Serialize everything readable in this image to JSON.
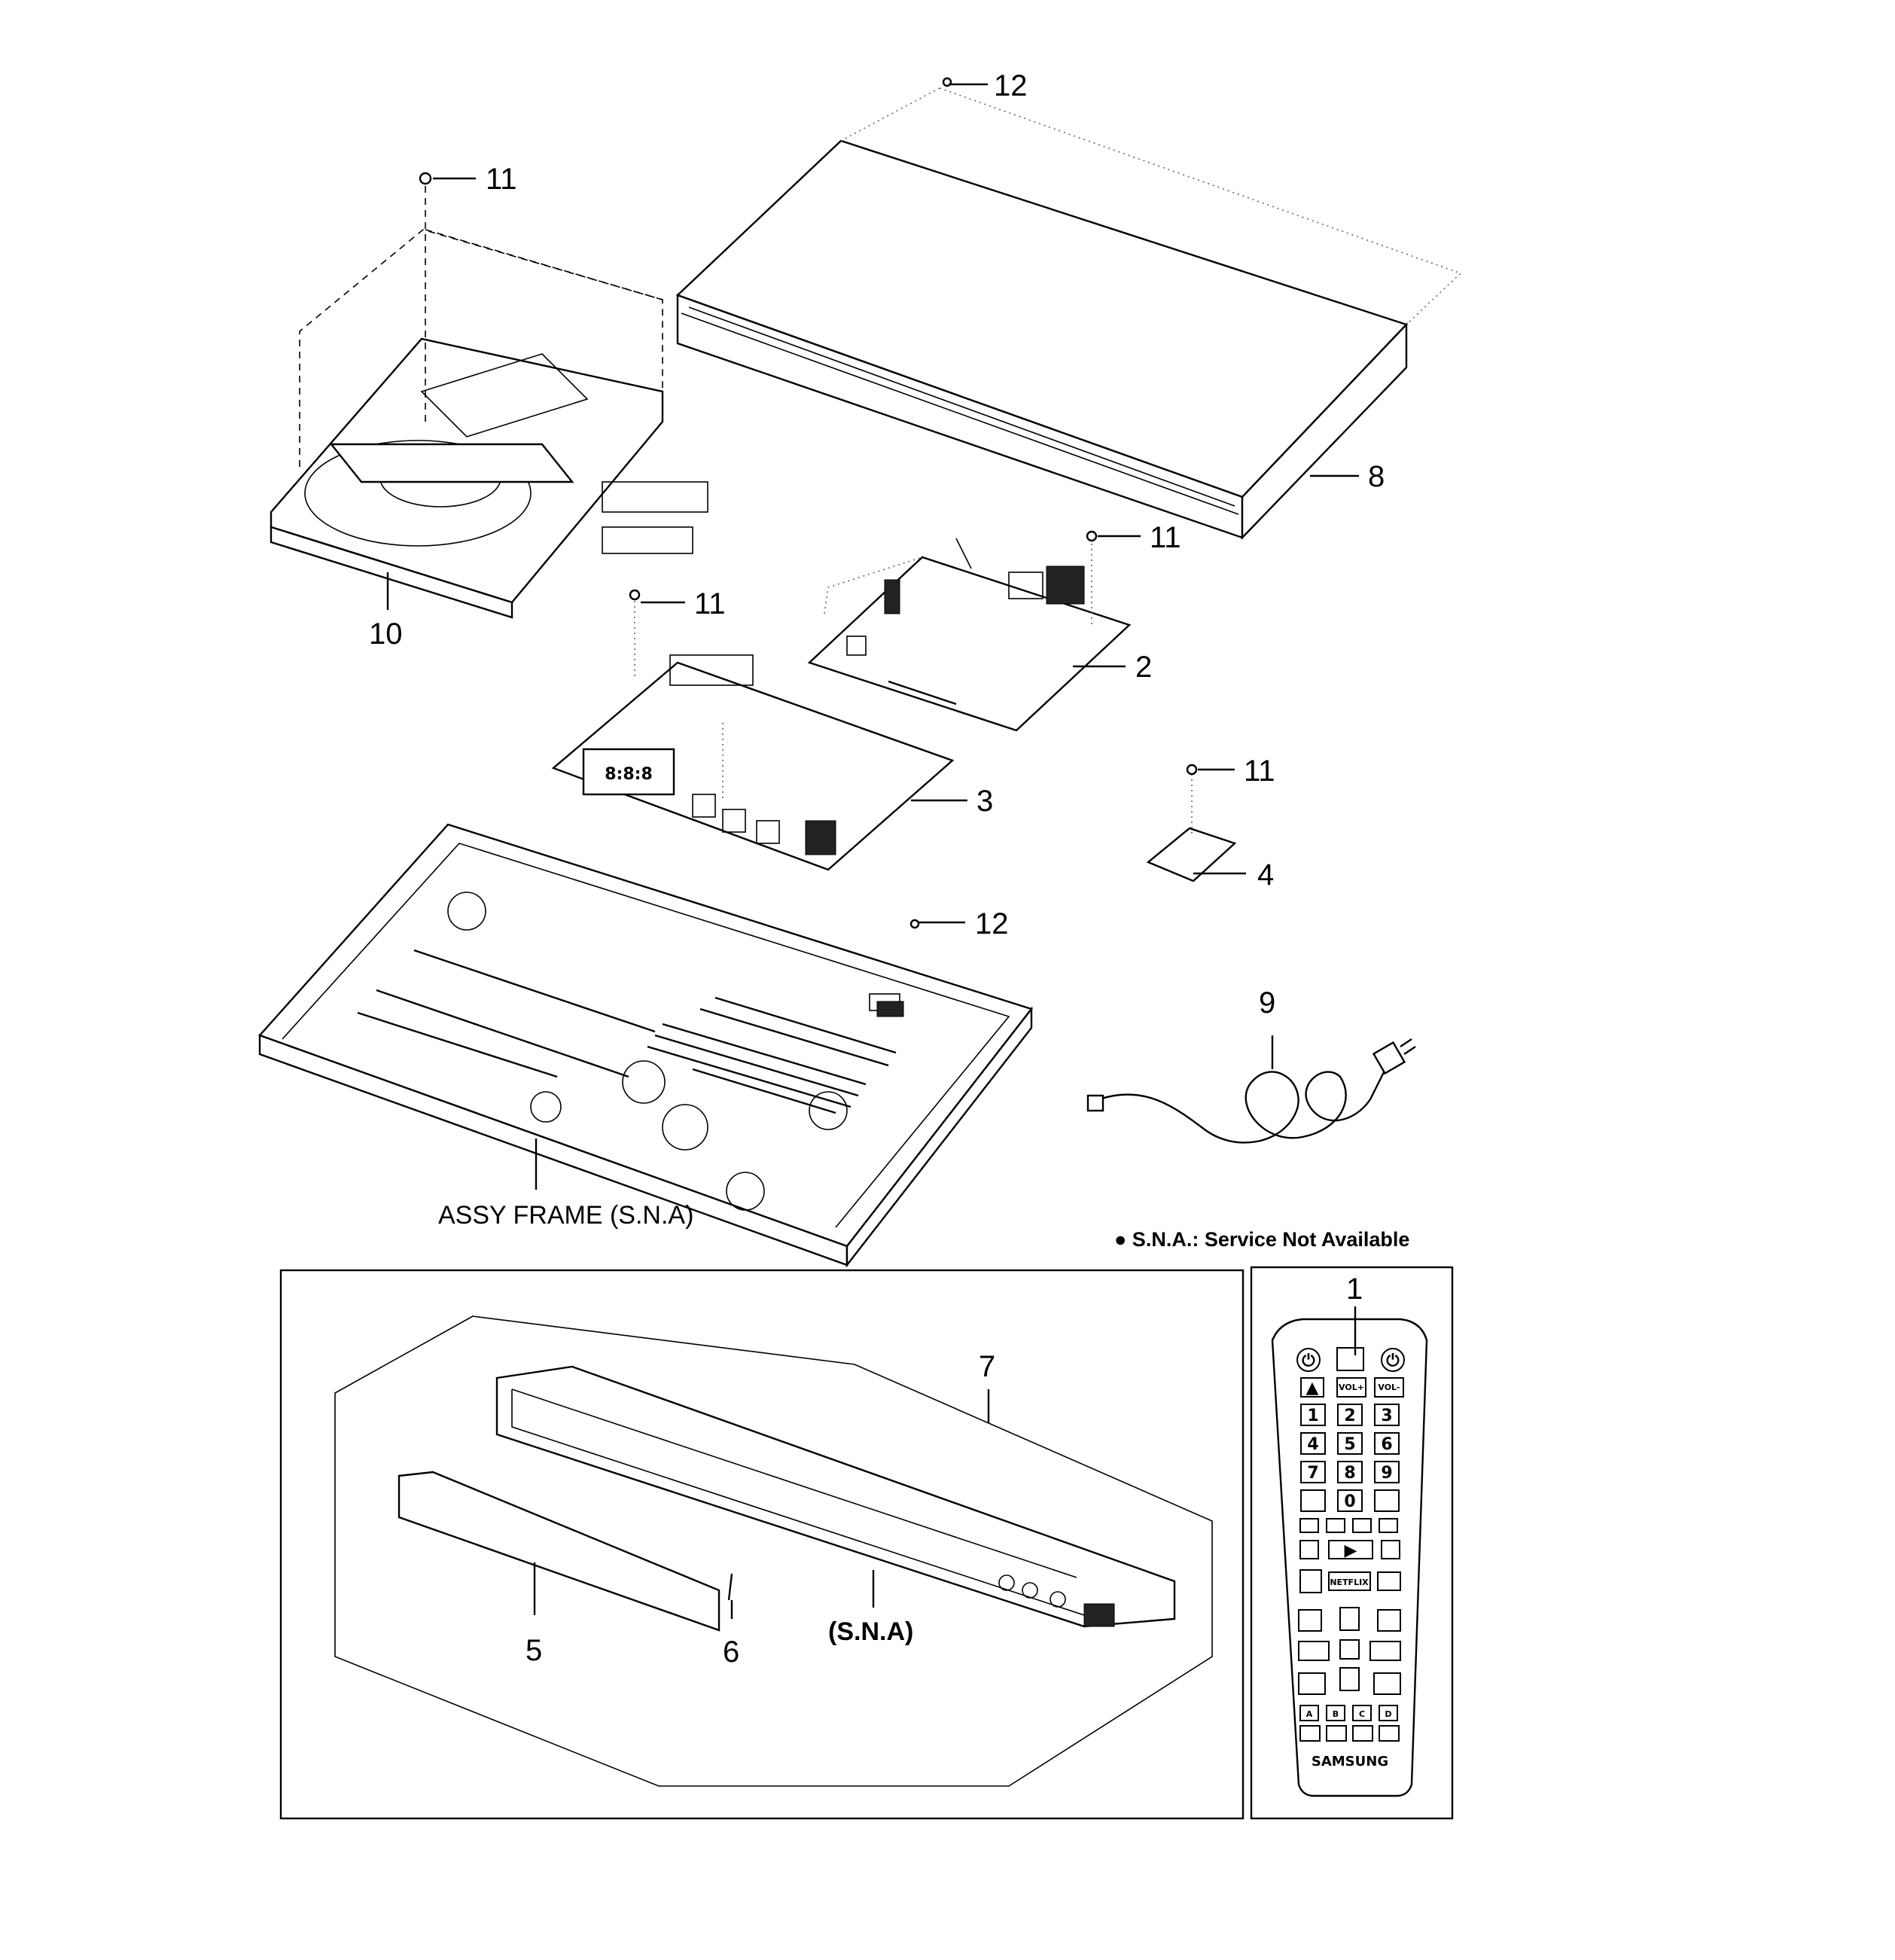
{
  "callouts": {
    "c1": "1",
    "c2": "2",
    "c3": "3",
    "c4": "4",
    "c5": "5",
    "c6": "6",
    "c7": "7",
    "c8": "8",
    "c9": "9",
    "c10": "10",
    "c11_tray": "11",
    "c11_mainboard": "11",
    "c11_frontboard": "11",
    "c11_smallboard": "11",
    "c12_top": "12",
    "c12_frame": "12"
  },
  "labels": {
    "assy_frame": "ASSY FRAME (S.N.A)",
    "front_panel_sna": "(S.N.A)",
    "legend_note": "● S.N.A.: Service Not Available"
  },
  "remote": {
    "brand": "SAMSUNG",
    "vol_up": "VOL+",
    "vol_down": "VOL-",
    "digits": [
      "1",
      "2",
      "3",
      "4",
      "5",
      "6",
      "7",
      "8",
      "9",
      "0"
    ],
    "netflix": "NETFLIX",
    "colors": [
      "A",
      "B",
      "C",
      "D"
    ]
  }
}
